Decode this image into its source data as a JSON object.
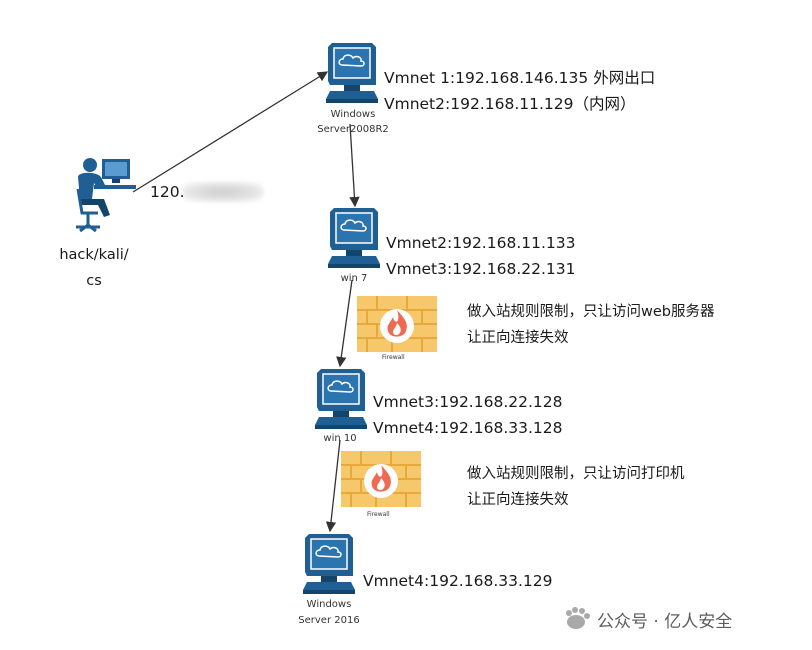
{
  "attacker": {
    "label_line1": "hack/kali/",
    "label_line2": "cs",
    "ip_partial": "120."
  },
  "nodes": {
    "ws2008": {
      "name_line1": "Windows",
      "name_line2": "Server2008R2",
      "net1": "Vmnet 1:192.168.146.135 外网出口",
      "net2": "Vmnet2:192.168.11.129（内网）"
    },
    "win7": {
      "name": "win 7",
      "net1": "Vmnet2:192.168.11.133",
      "net2": "Vmnet3:192.168.22.131"
    },
    "win10": {
      "name": "win 10",
      "net1": "Vmnet3:192.168.22.128",
      "net2": "Vmnet4:192.168.33.128"
    },
    "ws2016": {
      "name_line1": "Windows",
      "name_line2": "Server 2016",
      "net1": "Vmnet4:192.168.33.129"
    }
  },
  "firewalls": {
    "fw1": {
      "label": "Firewall",
      "note_line1": "做入站规则限制，只让访问web服务器",
      "note_line2": "让正向连接失效"
    },
    "fw2": {
      "label": "Firewall",
      "note_line1": "做入站规则限制，只让访问打印机",
      "note_line2": "让正向连接失效"
    }
  },
  "watermark": {
    "text": "公众号 · 亿人安全"
  },
  "colors": {
    "monitor": "#1f5f93",
    "monitor_dark": "#134469",
    "firewall_brick": "#f7c86b",
    "firewall_mortar": "#e8a93c",
    "flame": "#ef6a52",
    "arrow": "#333333"
  }
}
